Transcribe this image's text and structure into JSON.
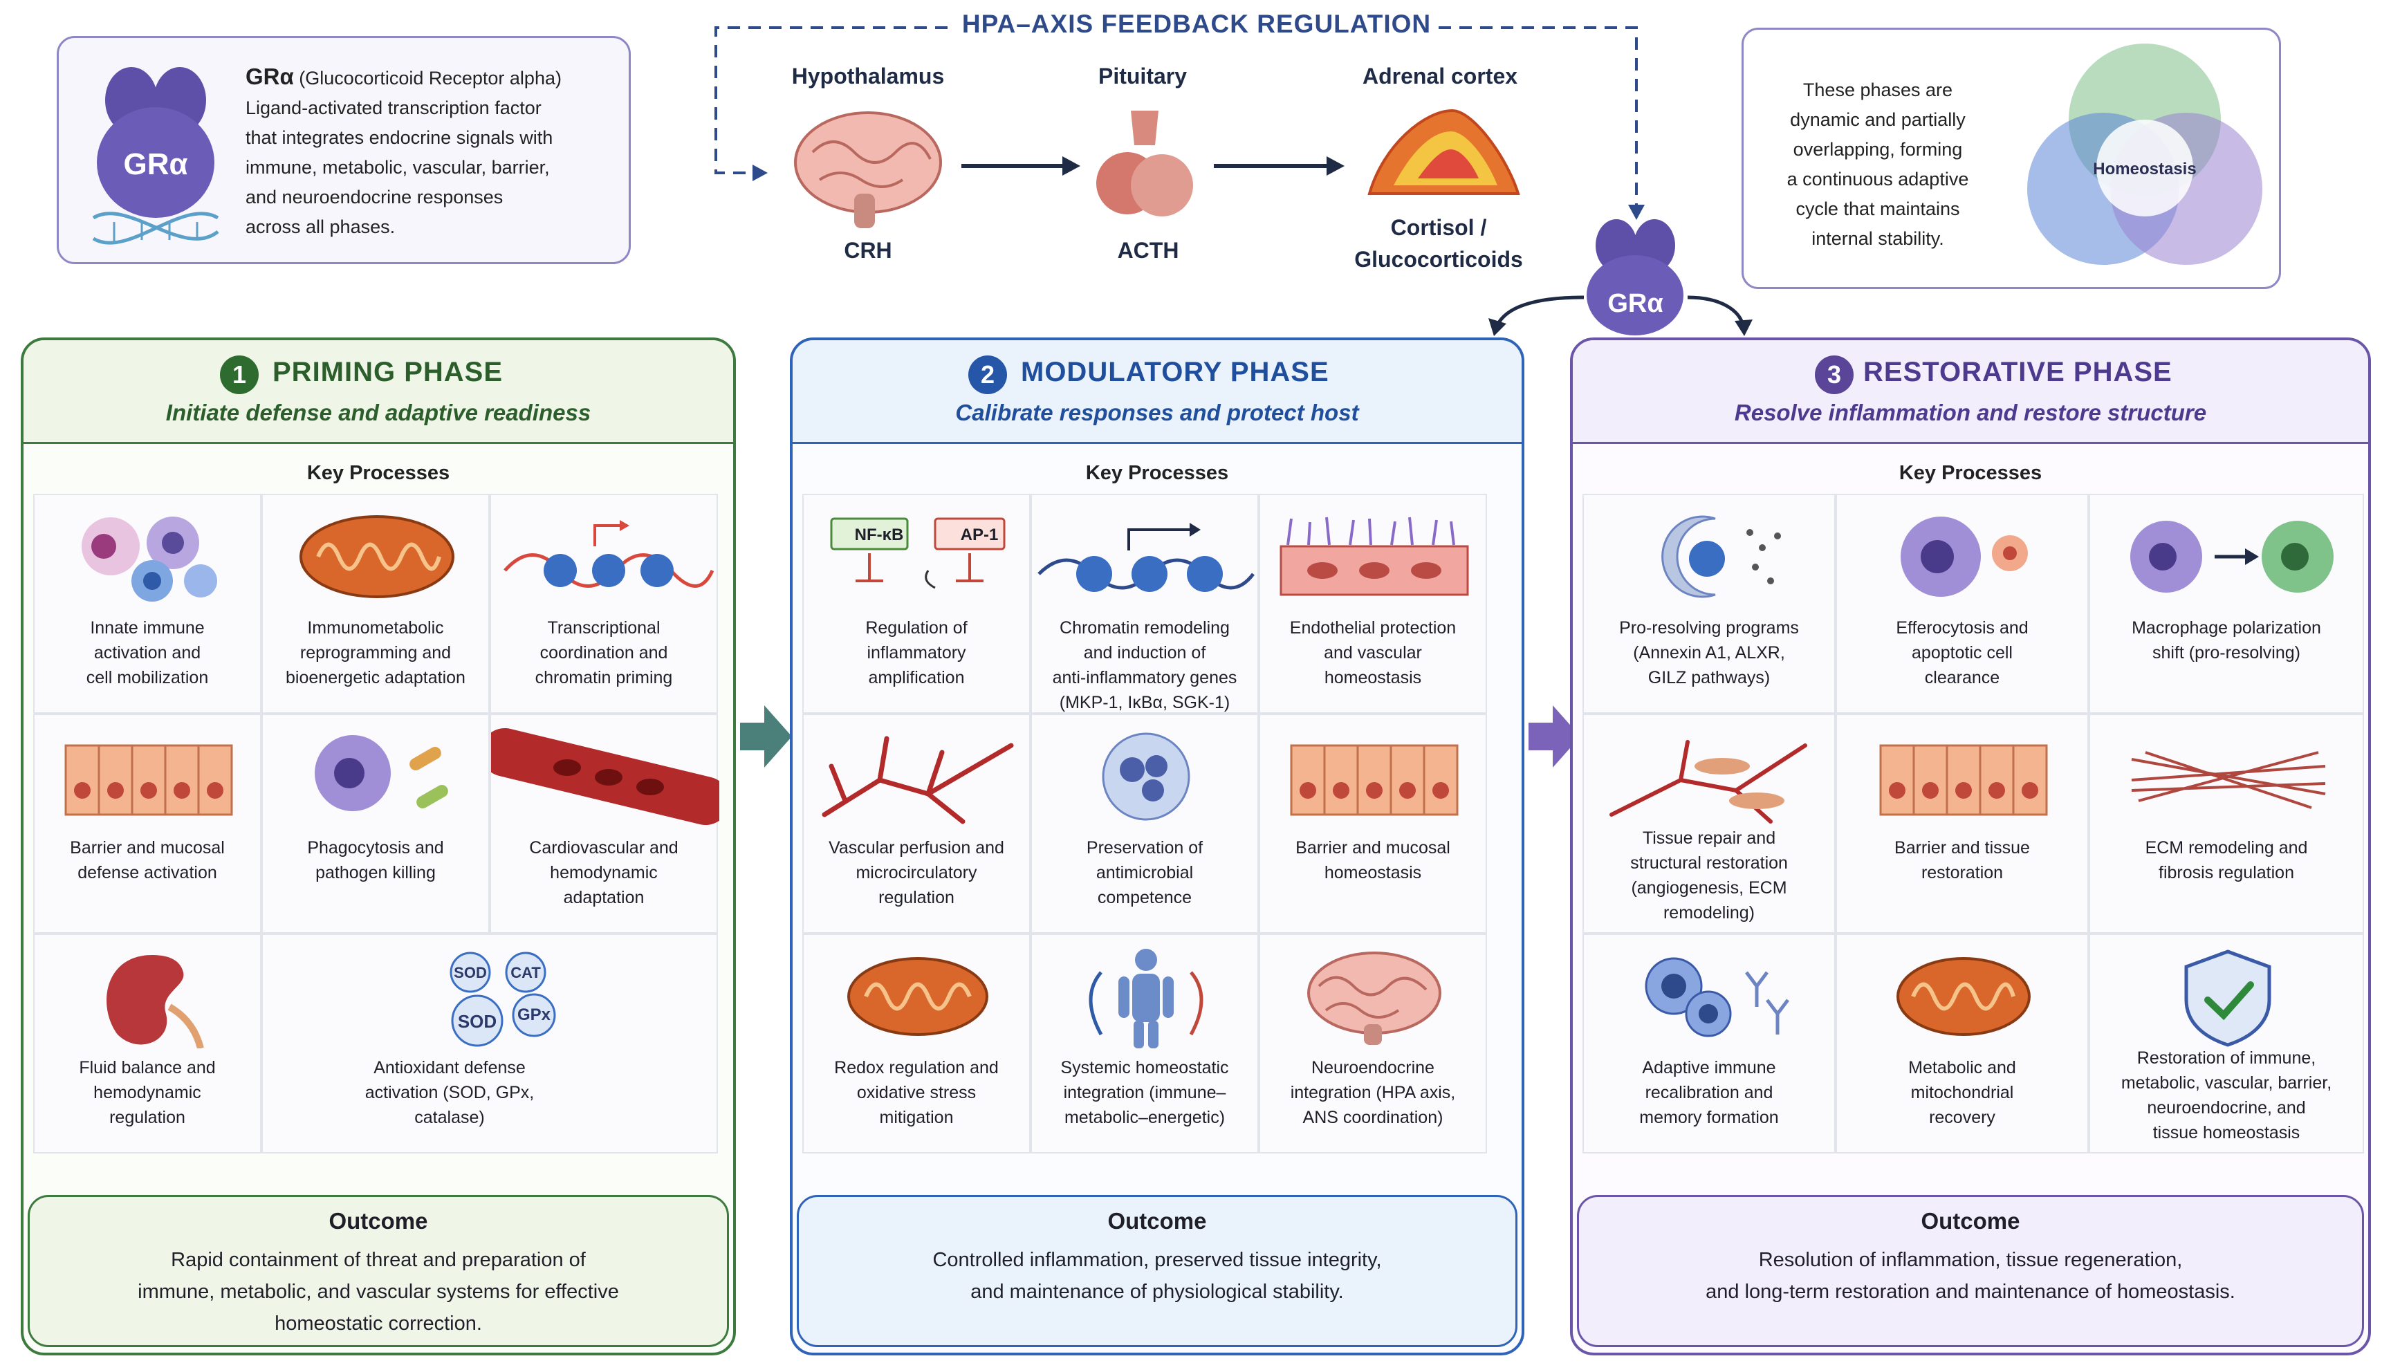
{
  "hpa": {
    "title": "HPA–AXIS FEEDBACK REGULATION",
    "hypothalamus": "Hypothalamus",
    "crh": "CRH",
    "pituitary": "Pituitary",
    "acth": "ACTH",
    "adrenal": "Adrenal cortex",
    "cortisol_1": "Cortisol /",
    "cortisol_2": "Glucocorticoids",
    "gr_badge": "GRα"
  },
  "gr_info": {
    "badge": "GRα",
    "name": "GRα",
    "name_full": " (Glucocorticoid Receptor alpha)",
    "line1": "Ligand-activated transcription factor",
    "line2": "that integrates endocrine signals with",
    "line3": "immune, metabolic, vascular, barrier,",
    "line4": "and neuroendocrine responses",
    "line5": "across all phases."
  },
  "cycle_note": {
    "line1": "These phases are",
    "line2": "dynamic and partially",
    "line3": "overlapping, forming",
    "line4": "a continuous adaptive",
    "line5": "cycle that maintains",
    "line6": "internal stability.",
    "center": "Homeostasis"
  },
  "phases": [
    {
      "num": "1",
      "title": "PRIMING PHASE",
      "subtitle": "Initiate defense and adaptive readiness",
      "key": "Key Processes",
      "cells": [
        {
          "l1": "Innate immune",
          "l2": "activation and",
          "l3": "cell mobilization",
          "l4": ""
        },
        {
          "l1": "Immunometabolic",
          "l2": "reprogramming and",
          "l3": "bioenergetic adaptation",
          "l4": ""
        },
        {
          "l1": "Transcriptional",
          "l2": "coordination and",
          "l3": "chromatin priming",
          "l4": ""
        },
        {
          "l1": "Barrier and mucosal",
          "l2": "defense activation",
          "l3": "",
          "l4": ""
        },
        {
          "l1": "Phagocytosis and",
          "l2": "pathogen killing",
          "l3": "",
          "l4": ""
        },
        {
          "l1": "Cardiovascular and",
          "l2": "hemodynamic",
          "l3": "adaptation",
          "l4": ""
        },
        {
          "l1": "Fluid balance and",
          "l2": "hemodynamic",
          "l3": "regulation",
          "l4": ""
        },
        {
          "l1": "Antioxidant defense",
          "l2": "activation (SOD, GPx,",
          "l3": "catalase)",
          "l4": ""
        }
      ],
      "enzymes": {
        "sod": "SOD",
        "cat": "CAT",
        "sod2": "SOD",
        "gpx": "GPx"
      },
      "outcome_title": "Outcome",
      "outcome_l1": "Rapid containment of threat and preparation of",
      "outcome_l2": "immune, metabolic, and vascular systems for effective",
      "outcome_l3": "homeostatic correction."
    },
    {
      "num": "2",
      "title": "MODULATORY PHASE",
      "subtitle": "Calibrate responses and protect host",
      "key": "Key Processes",
      "tf_nfkb": "NF-κB",
      "tf_ap1": "AP-1",
      "cells": [
        {
          "l1": "Regulation of",
          "l2": "inflammatory",
          "l3": "amplification",
          "l4": ""
        },
        {
          "l1": "Chromatin remodeling",
          "l2": "and induction of",
          "l3": "anti-inflammatory genes",
          "l4": "(MKP-1, IκBα, SGK-1)"
        },
        {
          "l1": "Endothelial protection",
          "l2": "and vascular",
          "l3": "homeostasis",
          "l4": ""
        },
        {
          "l1": "Vascular perfusion and",
          "l2": "microcirculatory",
          "l3": "regulation",
          "l4": ""
        },
        {
          "l1": "Preservation of",
          "l2": "antimicrobial",
          "l3": "competence",
          "l4": ""
        },
        {
          "l1": "Barrier and mucosal",
          "l2": "homeostasis",
          "l3": "",
          "l4": ""
        },
        {
          "l1": "Redox regulation and",
          "l2": "oxidative stress",
          "l3": "mitigation",
          "l4": ""
        },
        {
          "l1": "Systemic homeostatic",
          "l2": "integration (immune–",
          "l3": "metabolic–energetic)",
          "l4": ""
        },
        {
          "l1": "Neuroendocrine",
          "l2": "integration (HPA axis,",
          "l3": "ANS coordination)",
          "l4": ""
        }
      ],
      "outcome_title": "Outcome",
      "outcome_l1": "Controlled inflammation, preserved tissue integrity,",
      "outcome_l2": "and maintenance of physiological stability.",
      "outcome_l3": ""
    },
    {
      "num": "3",
      "title": "RESTORATIVE PHASE",
      "subtitle": "Resolve inflammation and restore structure",
      "key": "Key Processes",
      "cells": [
        {
          "l1": "Pro-resolving programs",
          "l2": "(Annexin A1, ALXR,",
          "l3": "GILZ pathways)",
          "l4": ""
        },
        {
          "l1": "Efferocytosis and",
          "l2": "apoptotic cell",
          "l3": "clearance",
          "l4": ""
        },
        {
          "l1": "Macrophage polarization",
          "l2": "shift (pro-resolving)",
          "l3": "",
          "l4": ""
        },
        {
          "l1": "Tissue repair and",
          "l2": "structural restoration",
          "l3": "(angiogenesis, ECM",
          "l4": "remodeling)"
        },
        {
          "l1": "Barrier and tissue",
          "l2": "restoration",
          "l3": "",
          "l4": ""
        },
        {
          "l1": "ECM remodeling and",
          "l2": "fibrosis regulation",
          "l3": "",
          "l4": ""
        },
        {
          "l1": "Adaptive immune",
          "l2": "recalibration and",
          "l3": "memory formation",
          "l4": ""
        },
        {
          "l1": "Metabolic and",
          "l2": "mitochondrial",
          "l3": "recovery",
          "l4": ""
        },
        {
          "l1": "Restoration of immune,",
          "l2": "metabolic, vascular, barrier,",
          "l3": "neuroendocrine, and",
          "l4": "tissue homeostasis"
        }
      ],
      "outcome_title": "Outcome",
      "outcome_l1": "Resolution of inflammation, tissue regeneration,",
      "outcome_l2": "and long-term restoration and maintenance of homeostasis.",
      "outcome_l3": ""
    }
  ]
}
